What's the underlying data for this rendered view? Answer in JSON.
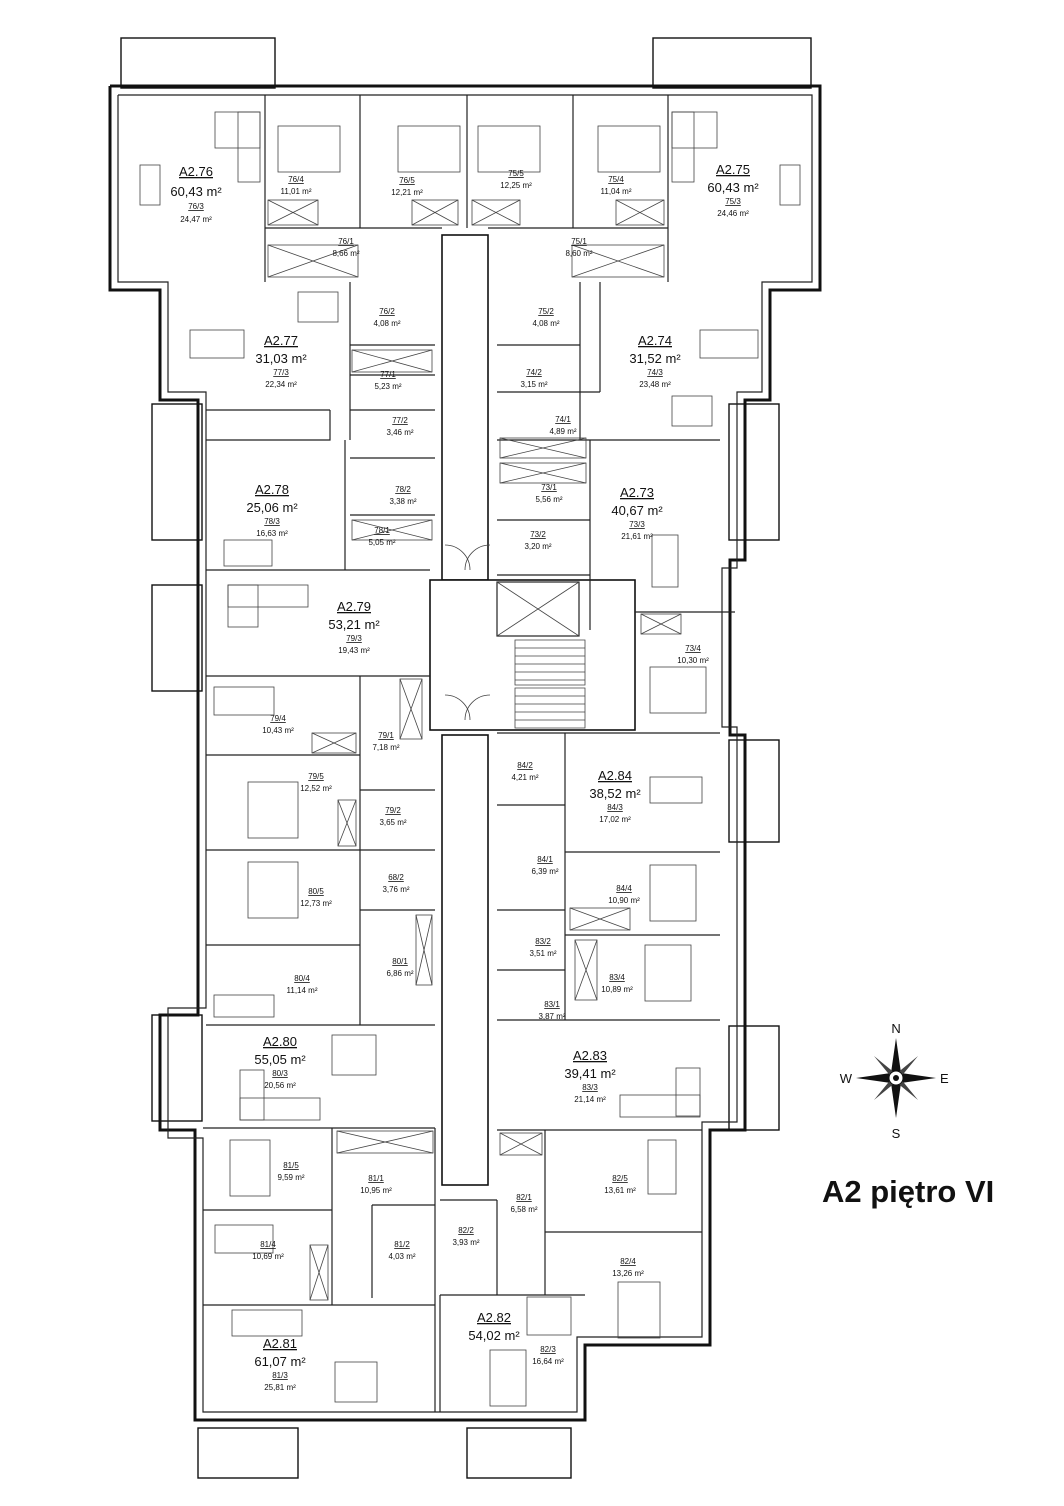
{
  "title": "A2 piętro VI",
  "compass": {
    "n": "N",
    "e": "E",
    "s": "S",
    "w": "W"
  },
  "apartments": [
    {
      "code": "A2.76",
      "area": "60,43 m²",
      "room_id": "76/3",
      "room_area": "24,47 m²"
    },
    {
      "code": "A2.75",
      "area": "60,43 m²",
      "room_id": "75/3",
      "room_area": "24,46 m²"
    },
    {
      "code": "A2.77",
      "area": "31,03 m²",
      "room_id": "77/3",
      "room_area": "22,34 m²"
    },
    {
      "code": "A2.74",
      "area": "31,52 m²",
      "room_id": "74/3",
      "room_area": "23,48 m²"
    },
    {
      "code": "A2.78",
      "area": "25,06 m²",
      "room_id": "78/3",
      "room_area": "16,63 m²"
    },
    {
      "code": "A2.73",
      "area": "40,67 m²",
      "room_id": "73/3",
      "room_area": "21,61 m²"
    },
    {
      "code": "A2.79",
      "area": "53,21 m²",
      "room_id": "79/3",
      "room_area": "19,43 m²"
    },
    {
      "code": "A2.84",
      "area": "38,52 m²",
      "room_id": "84/3",
      "room_area": "17,02 m²"
    },
    {
      "code": "A2.80",
      "area": "55,05 m²",
      "room_id": "80/3",
      "room_area": "20,56 m²"
    },
    {
      "code": "A2.83",
      "area": "39,41 m²",
      "room_id": "83/3",
      "room_area": "21,14 m²"
    },
    {
      "code": "A2.82",
      "area": "54,02 m²",
      "room_id": "82/3",
      "room_area": "16,64 m²"
    },
    {
      "code": "A2.81",
      "area": "61,07 m²",
      "room_id": "81/3",
      "room_area": "25,81 m²"
    }
  ],
  "rooms": [
    {
      "id": "76/4",
      "area": "11,01 m²"
    },
    {
      "id": "76/5",
      "area": "12,21 m²"
    },
    {
      "id": "75/5",
      "area": "12,25 m²"
    },
    {
      "id": "75/4",
      "area": "11,04 m²"
    },
    {
      "id": "76/1",
      "area": "8,66 m²"
    },
    {
      "id": "75/1",
      "area": "8,60 m²"
    },
    {
      "id": "76/2",
      "area": "4,08 m²"
    },
    {
      "id": "75/2",
      "area": "4,08 m²"
    },
    {
      "id": "77/1",
      "area": "5,23 m²"
    },
    {
      "id": "74/2",
      "area": "3,15 m²"
    },
    {
      "id": "77/2",
      "area": "3,46 m²"
    },
    {
      "id": "74/1",
      "area": "4,89 m²"
    },
    {
      "id": "78/2",
      "area": "3,38 m²"
    },
    {
      "id": "73/1",
      "area": "5,56 m²"
    },
    {
      "id": "78/1",
      "area": "5,05 m²"
    },
    {
      "id": "73/2",
      "area": "3,20 m²"
    },
    {
      "id": "73/4",
      "area": "10,30 m²"
    },
    {
      "id": "79/4",
      "area": "10,43 m²"
    },
    {
      "id": "79/1",
      "area": "7,18 m²"
    },
    {
      "id": "84/2",
      "area": "4,21 m²"
    },
    {
      "id": "79/5",
      "area": "12,52 m²"
    },
    {
      "id": "79/2",
      "area": "3,65 m²"
    },
    {
      "id": "84/1",
      "area": "6,39 m²"
    },
    {
      "id": "80/5",
      "area": "12,73 m²"
    },
    {
      "id": "68/2",
      "area": "3,76 m²"
    },
    {
      "id": "84/4",
      "area": "10,90 m²"
    },
    {
      "id": "80/1",
      "area": "6,86 m²"
    },
    {
      "id": "83/2",
      "area": "3,51 m²"
    },
    {
      "id": "83/4",
      "area": "10,89 m²"
    },
    {
      "id": "80/4",
      "area": "11,14 m²"
    },
    {
      "id": "83/1",
      "area": "3,87 m²"
    },
    {
      "id": "81/5",
      "area": "9,59 m²"
    },
    {
      "id": "81/1",
      "area": "10,95 m²"
    },
    {
      "id": "82/5",
      "area": "13,61 m²"
    },
    {
      "id": "82/1",
      "area": "6,58 m²"
    },
    {
      "id": "81/4",
      "area": "10,69 m²"
    },
    {
      "id": "81/2",
      "area": "4,03 m²"
    },
    {
      "id": "82/2",
      "area": "3,93 m²"
    },
    {
      "id": "82/4",
      "area": "13,26 m²"
    }
  ]
}
